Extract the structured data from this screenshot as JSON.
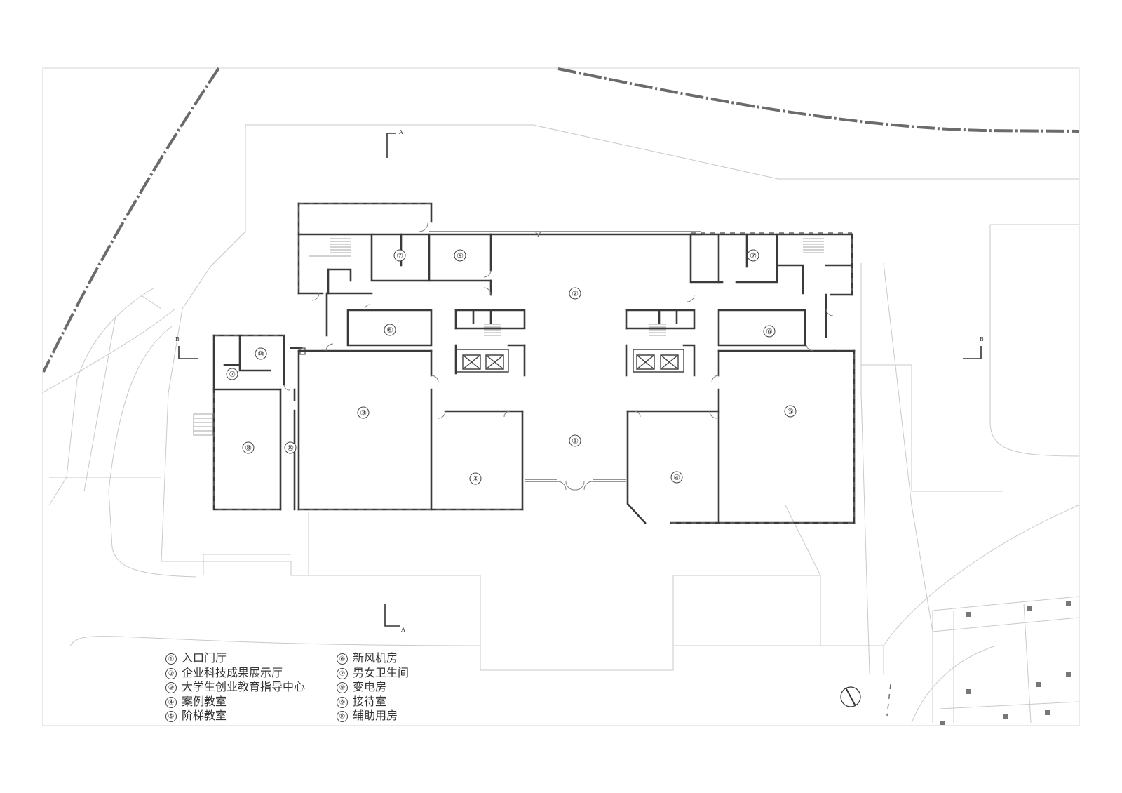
{
  "rooms": [
    {
      "num": "①",
      "name": "入口门厅"
    },
    {
      "num": "②",
      "name": "企业科技成果展示厅"
    },
    {
      "num": "③",
      "name": "大学生创业教育指导中心"
    },
    {
      "num": "④",
      "name": "案例教室"
    },
    {
      "num": "⑤",
      "name": "阶梯教室"
    },
    {
      "num": "⑥",
      "name": "新风机房"
    },
    {
      "num": "⑦",
      "name": "男女卫生间"
    },
    {
      "num": "⑧",
      "name": "变电房"
    },
    {
      "num": "⑨",
      "name": "接待室"
    },
    {
      "num": "⑩",
      "name": "辅助用房"
    }
  ],
  "plan_labels": [
    "①",
    "②",
    "③",
    "④",
    "④",
    "⑤",
    "⑥",
    "⑥",
    "⑦",
    "⑦",
    "⑧",
    "⑨",
    "⑩",
    "⑩",
    "⑩"
  ],
  "section_marks": {
    "a": "A",
    "b": "B"
  },
  "colors": {
    "wall": "#3a3a3a",
    "site": "#c9c9c9",
    "red_line": "#6b6b6b"
  }
}
